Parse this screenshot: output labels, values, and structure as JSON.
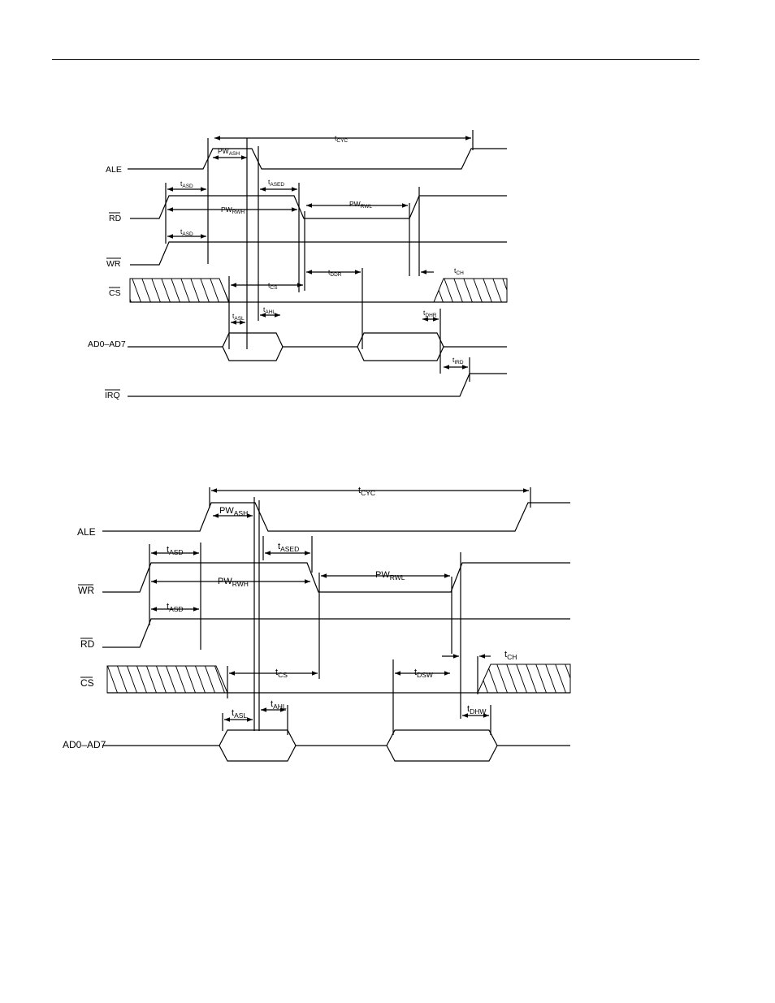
{
  "diagram_1": {
    "signals": [
      "ALE",
      "RD",
      "WR",
      "CS",
      "AD0–AD7",
      "IRQ"
    ],
    "overlined": [
      "RD",
      "WR",
      "CS",
      "IRQ"
    ],
    "annotations": [
      {
        "id": "t-cyc",
        "base": "t",
        "sub": "CYC"
      },
      {
        "id": "pw-ash",
        "base": "PW",
        "sub": "ASH"
      },
      {
        "id": "t-asd-rd",
        "base": "t",
        "sub": "ASD"
      },
      {
        "id": "t-ased",
        "base": "t",
        "sub": "ASED"
      },
      {
        "id": "pw-rwh",
        "base": "PW",
        "sub": "RWH"
      },
      {
        "id": "pw-rwl",
        "base": "PW",
        "sub": "RWL"
      },
      {
        "id": "t-asd-wr",
        "base": "t",
        "sub": "ASD"
      },
      {
        "id": "t-ddr",
        "base": "t",
        "sub": "DDR"
      },
      {
        "id": "t-ch",
        "base": "t",
        "sub": "CH"
      },
      {
        "id": "t-cs",
        "base": "t",
        "sub": "CS"
      },
      {
        "id": "t-asl",
        "base": "t",
        "sub": "ASL"
      },
      {
        "id": "t-ahl",
        "base": "t",
        "sub": "AHL"
      },
      {
        "id": "t-dhr",
        "base": "t",
        "sub": "DHR"
      },
      {
        "id": "t-ird",
        "base": "t",
        "sub": "IRD"
      }
    ]
  },
  "diagram_2": {
    "signals": [
      "ALE",
      "WR",
      "RD",
      "CS",
      "AD0–AD7"
    ],
    "overlined": [
      "WR",
      "RD",
      "CS"
    ],
    "annotations": [
      {
        "id": "t-cyc",
        "base": "t",
        "sub": "CYC"
      },
      {
        "id": "pw-ash",
        "base": "PW",
        "sub": "ASH"
      },
      {
        "id": "t-asd-wr",
        "base": "t",
        "sub": "ASD"
      },
      {
        "id": "t-ased",
        "base": "t",
        "sub": "ASED"
      },
      {
        "id": "pw-rwh",
        "base": "PW",
        "sub": "RWH"
      },
      {
        "id": "pw-rwl",
        "base": "PW",
        "sub": "RWL"
      },
      {
        "id": "t-asd-rd",
        "base": "t",
        "sub": "ASD"
      },
      {
        "id": "t-ch",
        "base": "t",
        "sub": "CH"
      },
      {
        "id": "t-cs",
        "base": "t",
        "sub": "CS"
      },
      {
        "id": "t-dsw",
        "base": "t",
        "sub": "DSW"
      },
      {
        "id": "t-asl",
        "base": "t",
        "sub": "ASL"
      },
      {
        "id": "t-ahl",
        "base": "t",
        "sub": "AHL"
      },
      {
        "id": "t-dhw",
        "base": "t",
        "sub": "DHW"
      }
    ]
  }
}
